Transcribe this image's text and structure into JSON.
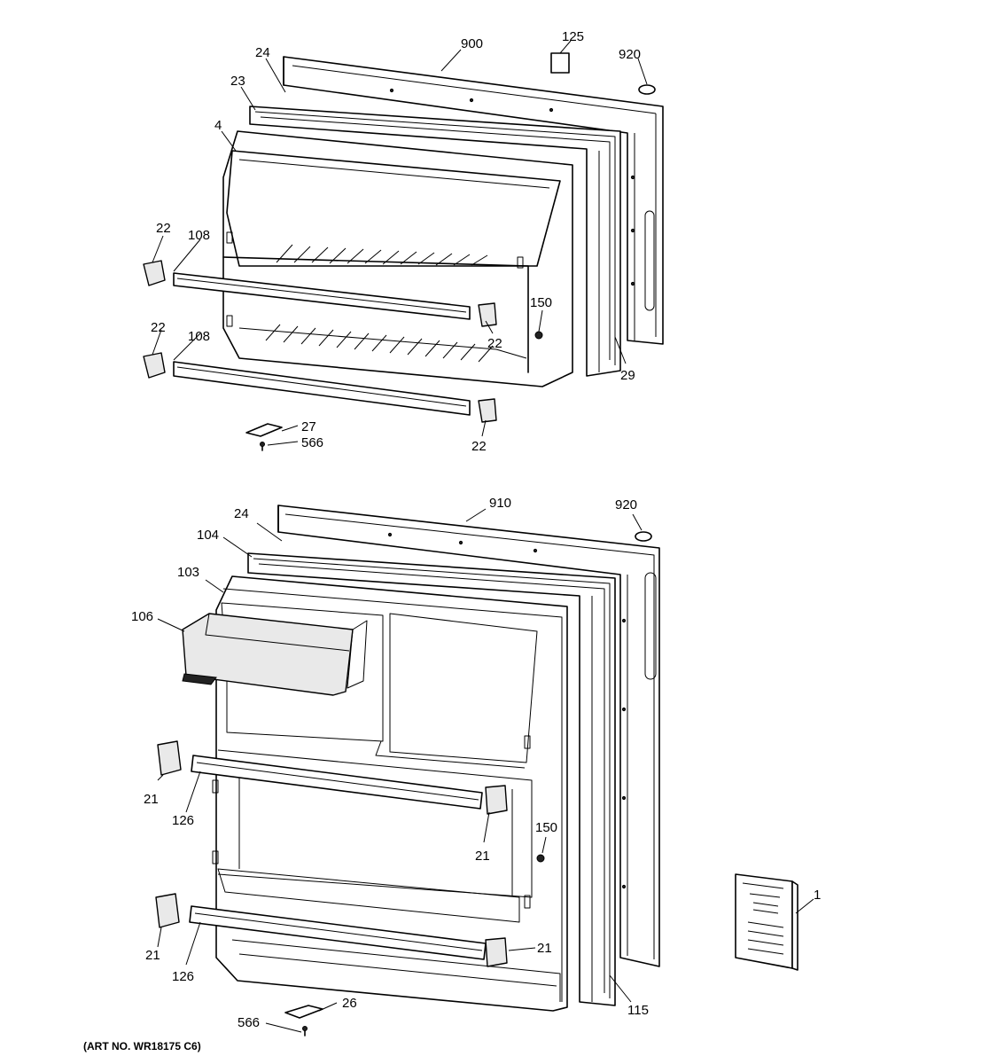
{
  "diagram": {
    "art_number": "(ART NO. WR18175 C6)",
    "upper_door_labels": {
      "l_900": "900",
      "l_125": "125",
      "l_920": "920",
      "l_24": "24",
      "l_23": "23",
      "l_4": "4",
      "l_22_a": "22",
      "l_108_a": "108",
      "l_22_b": "22",
      "l_108_b": "108",
      "l_150": "150",
      "l_22_c": "22",
      "l_29": "29",
      "l_27": "27",
      "l_566": "566",
      "l_22_d": "22"
    },
    "lower_door_labels": {
      "l_910": "910",
      "l_920": "920",
      "l_24": "24",
      "l_104": "104",
      "l_103": "103",
      "l_106": "106",
      "l_21_a": "21",
      "l_126_a": "126",
      "l_21_b": "21",
      "l_150": "150",
      "l_21_c": "21",
      "l_126_b": "126",
      "l_21_d": "21",
      "l_115": "115",
      "l_26": "26",
      "l_566": "566"
    },
    "manual_label": "1"
  }
}
